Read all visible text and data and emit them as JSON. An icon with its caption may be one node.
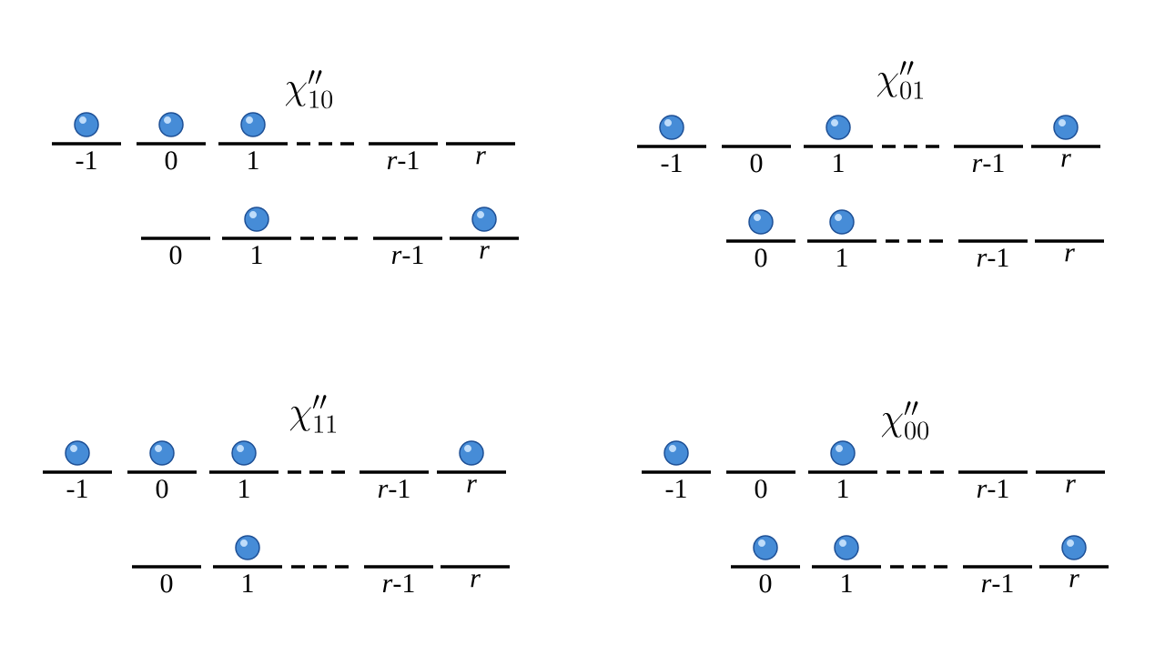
{
  "diagram": {
    "nodes": [
      {
        "text": [],
        "shape": "circle"
      },
      {
        "text": [],
        "shape": "bar",
        "beside": [
          "-1"
        ]
      },
      {
        "text": [],
        "shape": "circle"
      },
      {
        "text": [],
        "shape": "bar",
        "beside": [
          "0"
        ]
      },
      {
        "text": [],
        "shape": "circle"
      },
      {
        "text": [],
        "shape": "bar",
        "beside": [
          "1"
        ]
      },
      {
        "text": [],
        "shape": "bar",
        "beside": [
          "*r*-1"
        ]
      },
      {
        "text": [],
        "shape": "bar",
        "beside": [
          "r"
        ]
      },
      {
        "text": [],
        "shape": "bar",
        "beside": [
          "0"
        ]
      },
      {
        "text": [],
        "shape": "circle"
      },
      {
        "text": [],
        "shape": "bar",
        "beside": [
          "1"
        ]
      },
      {
        "text": [],
        "shape": "bar",
        "beside": [
          "*r*-1"
        ]
      },
      {
        "text": [],
        "shape": "circle"
      },
      {
        "text": [],
        "shape": "bar",
        "beside": [
          "r"
        ]
      },
      {
        "text": [],
        "shape": "circle"
      },
      {
        "text": [],
        "shape": "bar",
        "beside": [
          "-1"
        ]
      },
      {
        "text": [],
        "shape": "bar",
        "beside": [
          "0"
        ]
      },
      {
        "text": [],
        "shape": "circle"
      },
      {
        "text": [],
        "shape": "bar",
        "beside": [
          "1"
        ]
      },
      {
        "text": [],
        "shape": "bar",
        "beside": [
          "*r*-1"
        ]
      },
      {
        "text": [],
        "shape": "circle"
      },
      {
        "text": [],
        "shape": "bar",
        "beside": [
          "r"
        ]
      },
      {
        "text": [],
        "shape": "circle"
      },
      {
        "text": [],
        "shape": "bar",
        "beside": [
          "0"
        ]
      },
      {
        "text": [],
        "shape": "circle"
      },
      {
        "text": [],
        "shape": "bar",
        "beside": [
          "1"
        ]
      },
      {
        "text": [],
        "shape": "bar",
        "beside": [
          "*r*-1"
        ]
      },
      {
        "text": [],
        "shape": "bar",
        "beside": [
          "r"
        ]
      },
      {
        "text": [],
        "shape": "circle"
      },
      {
        "text": [],
        "shape": "bar",
        "beside": [
          "-1"
        ]
      },
      {
        "text": [],
        "shape": "circle"
      },
      {
        "text": [],
        "shape": "bar",
        "beside": [
          "0"
        ]
      },
      {
        "text": [],
        "shape": "circle"
      },
      {
        "text": [],
        "shape": "bar",
        "beside": [
          "1"
        ]
      },
      {
        "text": [],
        "shape": "bar",
        "beside": [
          "*r*-1"
        ]
      },
      {
        "text": [],
        "shape": "circle"
      },
      {
        "text": [],
        "shape": "bar",
        "beside": [
          "r"
        ]
      },
      {
        "text": [],
        "shape": "bar",
        "beside": [
          "0"
        ]
      },
      {
        "text": [],
        "shape": "circle"
      },
      {
        "text": [],
        "shape": "bar",
        "beside": [
          "1"
        ]
      },
      {
        "text": [],
        "shape": "bar",
        "beside": [
          "*r*-1"
        ]
      },
      {
        "text": [],
        "shape": "bar",
        "beside": [
          "r"
        ]
      },
      {
        "text": [],
        "shape": "circle"
      },
      {
        "text": [],
        "shape": "bar",
        "beside": [
          "-1"
        ]
      },
      {
        "text": [],
        "shape": "bar",
        "beside": [
          "0"
        ]
      },
      {
        "text": [],
        "shape": "circle"
      },
      {
        "text": [],
        "shape": "bar",
        "beside": [
          "1"
        ]
      },
      {
        "text": [],
        "shape": "bar",
        "beside": [
          "*r*-1"
        ]
      },
      {
        "text": [],
        "shape": "bar",
        "beside": [
          "r"
        ]
      },
      {
        "text": [],
        "shape": "circle"
      },
      {
        "text": [],
        "shape": "bar",
        "beside": [
          "0"
        ]
      },
      {
        "text": [],
        "shape": "circle"
      },
      {
        "text": [],
        "shape": "bar",
        "beside": [
          "1"
        ]
      },
      {
        "text": [],
        "shape": "bar",
        "beside": [
          "*r*-1"
        ]
      },
      {
        "text": [],
        "shape": "circle"
      },
      {
        "text": [],
        "shape": "bar",
        "beside": [
          "r"
        ]
      }
    ],
    "labels": [
      "\\chi''_{10}",
      "\\chi''_{01}",
      "\\chi''_{11}",
      "\\chi''_{00}"
    ]
  }
}
